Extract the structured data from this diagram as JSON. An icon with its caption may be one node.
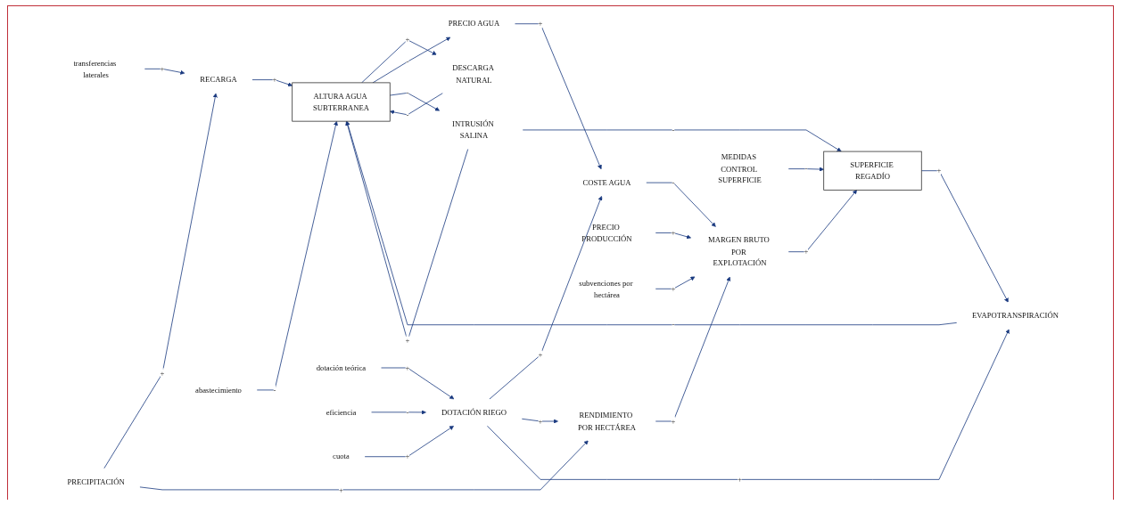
{
  "diagram": {
    "nodes": [
      {
        "text": [
          "transferencias laterales"
        ]
      },
      {
        "text": [
          "PRECIPITACIÓN"
        ]
      },
      {
        "text": [
          "RECARGA"
        ]
      },
      {
        "text": [
          "abastecimiento"
        ]
      },
      {
        "text": [
          "ALTURA AGUA SUBTERRANEA"
        ]
      },
      {
        "text": [
          "DESCARGA NATURAL"
        ]
      },
      {
        "text": [
          "PRECIO AGUA"
        ]
      },
      {
        "text": [
          "dotación teórica"
        ]
      },
      {
        "text": [
          "eficiencia"
        ]
      },
      {
        "text": [
          "DOTACIÓN RIEGO"
        ]
      },
      {
        "text": [
          "cuota"
        ]
      },
      {
        "text": [
          "COSTE AGUA"
        ]
      },
      {
        "text": [
          "RENDIMIENTO POR HECTÁREA"
        ]
      },
      {
        "text": [
          "EVAPOTRANSPIRACIÓN"
        ]
      },
      {
        "text": [
          "INTRUSIÓN SALINA"
        ]
      },
      {
        "text": [
          "PRECIO PRODUCCIÓN"
        ]
      },
      {
        "text": [
          "subvenciones por hectárea"
        ]
      },
      {
        "text": [
          "MARGEN BRUTO POR EXPLOTACIÓN"
        ]
      },
      {
        "text": [
          "SUPERFICIE REGADÍO"
        ]
      },
      {
        "text": [
          "MEDIDAS CONTROL SUPERFICIE"
        ]
      }
    ],
    "edges": [
      {
        "from": 0,
        "to": 2,
        "arrow": "to",
        "label": "+"
      },
      {
        "from": 1,
        "to": 2,
        "arrow": "to",
        "label": "+"
      },
      {
        "from": 2,
        "to": 4,
        "arrow": "to",
        "label": "+"
      },
      {
        "from": 3,
        "to": 4,
        "arrow": "to",
        "label": "-"
      },
      {
        "from": 5,
        "to": 4,
        "arrow": "to",
        "label": "-"
      },
      {
        "from": 4,
        "to": 5,
        "arrow": "to",
        "label": "+"
      },
      {
        "from": 4,
        "to": 6,
        "arrow": "to",
        "label": "-"
      },
      {
        "from": 6,
        "to": 11,
        "arrow": "to",
        "label": "+"
      },
      {
        "from": 7,
        "to": 9,
        "arrow": "to",
        "label": "+"
      },
      {
        "from": 8,
        "to": 9,
        "arrow": "to",
        "label": "-"
      },
      {
        "from": 10,
        "to": 9,
        "arrow": "to",
        "label": "+"
      },
      {
        "from": 9,
        "to": 11,
        "arrow": "to",
        "label": "+"
      },
      {
        "from": 1,
        "to": 12,
        "arrow": "to",
        "label": "+"
      },
      {
        "from": 9,
        "to": 12,
        "arrow": "to",
        "label": "+"
      },
      {
        "from": 9,
        "to": 13,
        "arrow": "to",
        "label": "+"
      },
      {
        "from": 13,
        "to": 4,
        "arrow": "to",
        "label": "-"
      },
      {
        "from": 4,
        "to": 14,
        "arrow": "to",
        "label": "-"
      },
      {
        "from": 14,
        "to": 4,
        "arrow": "to",
        "label": "+"
      },
      {
        "from": 11,
        "to": 17,
        "arrow": "to",
        "label": "-"
      },
      {
        "from": 12,
        "to": 17,
        "arrow": "to",
        "label": "+"
      },
      {
        "from": 15,
        "to": 17,
        "arrow": "to",
        "label": "+"
      },
      {
        "from": 16,
        "to": 17,
        "arrow": "to",
        "label": "+"
      },
      {
        "from": 17,
        "to": 18,
        "arrow": "to",
        "label": "+"
      },
      {
        "from": 14,
        "to": 18,
        "arrow": "to",
        "label": "-"
      },
      {
        "from": 18,
        "to": 13,
        "arrow": "to",
        "label": "+"
      },
      {
        "from": 19,
        "to": 18,
        "arrow": "to",
        "label": "-"
      }
    ]
  }
}
